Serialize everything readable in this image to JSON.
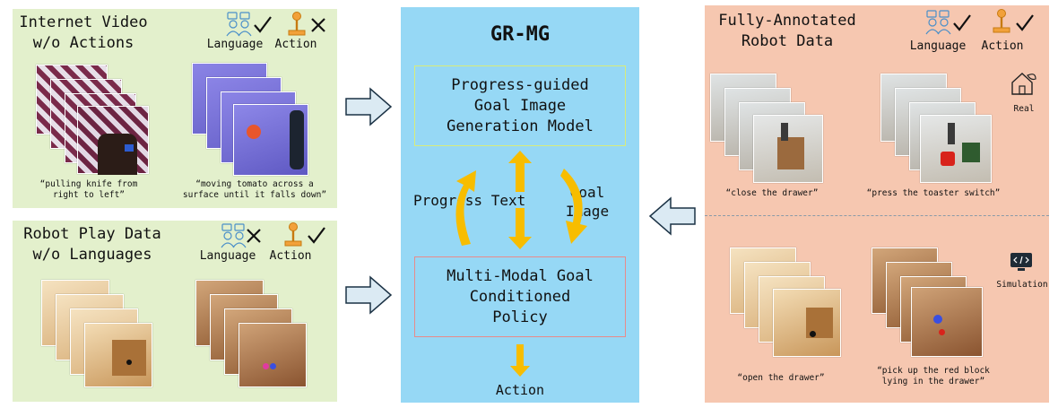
{
  "colors": {
    "green_panel": "#e3f0cc",
    "blue_panel": "#96d8f5",
    "salmon_panel": "#f6c7b0",
    "arrow_orange": "#f7bd00",
    "arrow_blue": "#dbeaf3",
    "goal_box_border": "#d9ec7a",
    "policy_box_border": "#e88b8b",
    "divider": "#8a9aa8"
  },
  "panels": {
    "internet_video": {
      "title": "Internet Video\nw/o Actions",
      "language_label": "Language",
      "action_label": "Action",
      "language_mark": "check",
      "action_mark": "cross",
      "captions": [
        "“pulling knife from\nright to left”",
        "“moving tomato across a\nsurface until it falls down”"
      ]
    },
    "robot_play": {
      "title": "Robot Play Data\nw/o Languages",
      "language_label": "Language",
      "action_label": "Action",
      "language_mark": "cross",
      "action_mark": "check"
    },
    "gr_mg": {
      "title": "GR-MG",
      "goal_model": "Progress-guided\nGoal Image\nGeneration Model",
      "policy": "Multi-Modal Goal\nConditioned\nPolicy",
      "progress_text": "Progress Text",
      "goal_image": "Goal\nImage",
      "action": "Action"
    },
    "annotated": {
      "title": "Fully-Annotated\nRobot Data",
      "language_label": "Language",
      "action_label": "Action",
      "language_mark": "check",
      "action_mark": "check",
      "real_label": "Real",
      "simulation_label": "Simulation",
      "real_captions": [
        "“close the drawer”",
        "“press the toaster switch”"
      ],
      "sim_captions": [
        "“open the drawer”",
        "“pick up the red block\nlying in the drawer”"
      ]
    }
  },
  "icons": [
    "people-icon",
    "joystick-icon",
    "check-icon",
    "cross-icon",
    "house-icon",
    "monitor-code-icon",
    "block-arrow-right-icon",
    "block-arrow-left-icon",
    "orange-arrow-icon"
  ]
}
